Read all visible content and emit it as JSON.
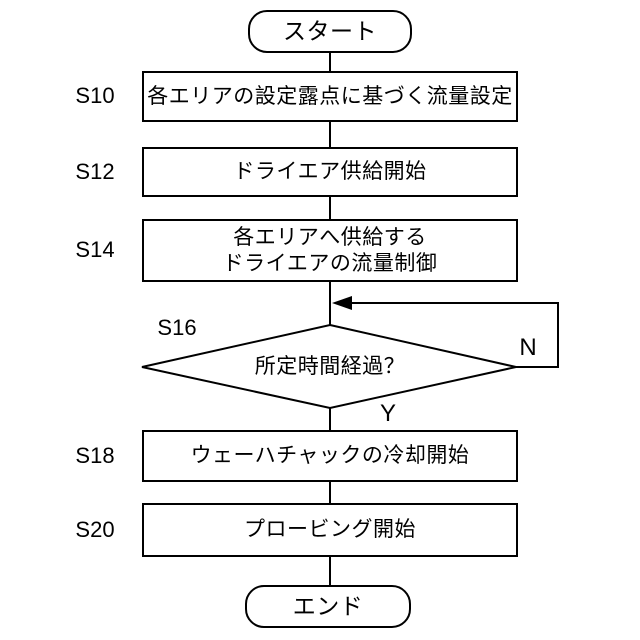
{
  "flowchart": {
    "start": {
      "label": "スタート"
    },
    "end": {
      "label": "エンド"
    },
    "steps": [
      {
        "id": "S10",
        "label": "各エリアの設定露点に基づく流量設定"
      },
      {
        "id": "S12",
        "label": "ドライエア供給開始"
      },
      {
        "id": "S14",
        "line1": "各エリアへ供給する",
        "line2": "ドライエアの流量制御"
      },
      {
        "id": "S16",
        "label": "所定時間経過？"
      },
      {
        "id": "S18",
        "label": "ウェーハチャックの冷却開始"
      },
      {
        "id": "S20",
        "label": "プロービング開始"
      }
    ],
    "branch": {
      "no": "N",
      "yes": "Y"
    },
    "colors": {
      "line": "#000000",
      "fill": "#ffffff"
    }
  }
}
